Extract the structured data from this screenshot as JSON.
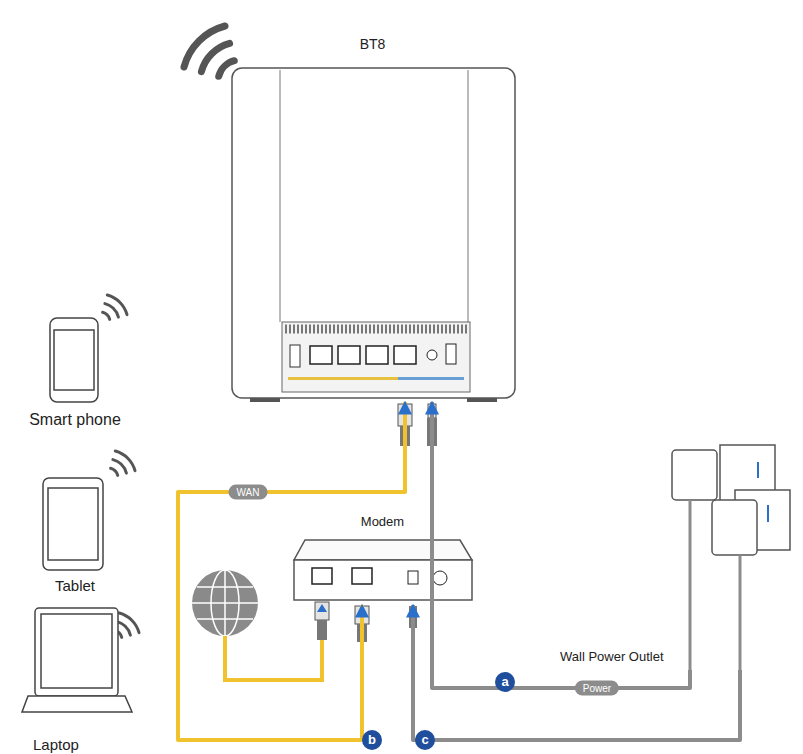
{
  "diagram": {
    "nodes": [
      {
        "text": [
          "BT8"
        ]
      },
      {
        "text": [
          "Smart phone"
        ]
      },
      {
        "text": [
          "Tablet"
        ]
      },
      {
        "text": [
          "Laptop"
        ]
      },
      {
        "text": [
          "Modem"
        ]
      },
      {
        "text": [
          "Wall Power Outlet"
        ]
      }
    ],
    "edges": [
      {
        "from": 0,
        "to": 4,
        "arrow": "both",
        "label": "WAN"
      },
      {
        "from": 5,
        "to": 0,
        "arrow": "to",
        "label": "Power"
      },
      {
        "from": 5,
        "to": 4,
        "arrow": "to"
      }
    ],
    "labels": [
      "a",
      "b",
      "c"
    ]
  }
}
